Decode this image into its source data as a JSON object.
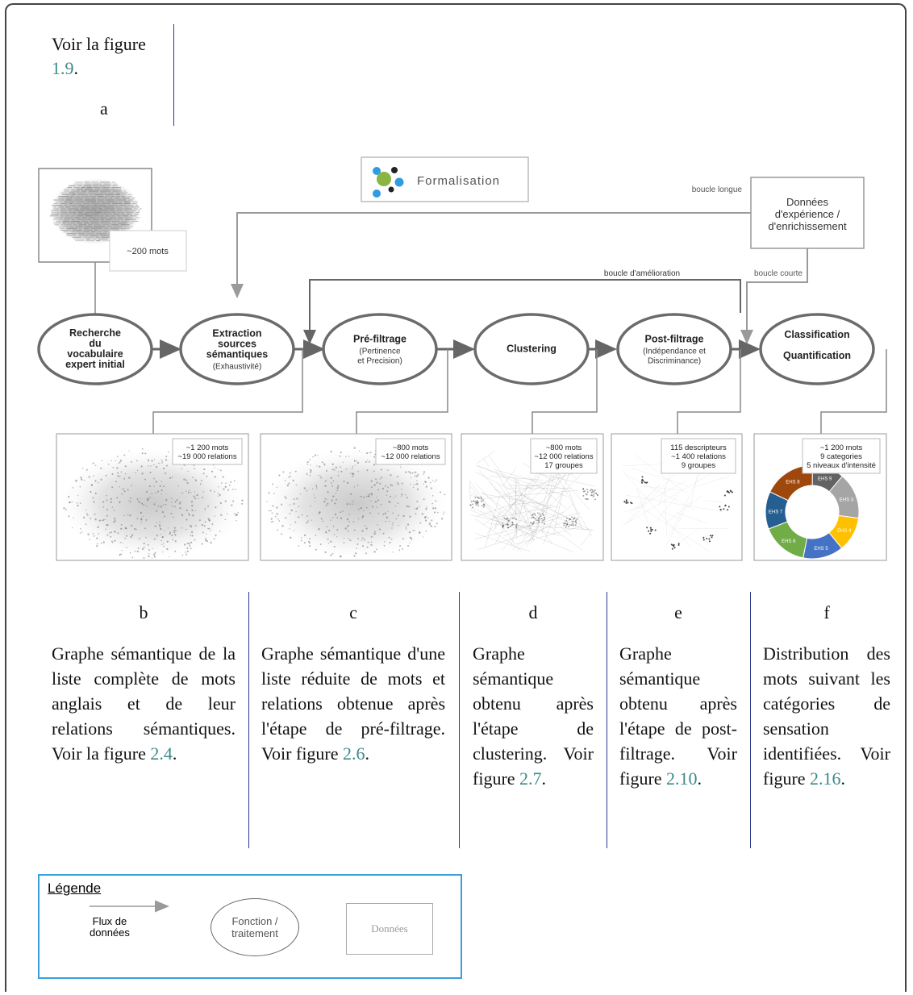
{
  "intro": {
    "text": "Voir la figure",
    "ref": "1.9",
    "end": "."
  },
  "label_a": "a",
  "formalisation": "Formalisation",
  "wordcloud_note": "~200 mots",
  "enrich_box": [
    "Données",
    "d'expérience /",
    "d'enrichissement"
  ],
  "boucle_longue": "boucle longue",
  "boucle_courte": "boucle courte",
  "boucle_amelioration": "boucle d'amélioration",
  "nodes": [
    {
      "lines": [
        "Recherche",
        "du",
        "vocabulaire",
        "expert initial"
      ],
      "sub": []
    },
    {
      "lines": [
        "Extraction",
        "sources",
        "sémantiques"
      ],
      "sub": [
        "(Exhaustivité)"
      ]
    },
    {
      "lines": [
        "Pré-filtrage"
      ],
      "sub": [
        "(Pertinence",
        "et Precision)"
      ]
    },
    {
      "lines": [
        "Clustering"
      ],
      "sub": []
    },
    {
      "lines": [
        "Post-filtrage"
      ],
      "sub": [
        "(Indépendance et",
        "Discriminance)"
      ]
    },
    {
      "lines": [
        "Classification",
        "Quantification"
      ],
      "sub": []
    }
  ],
  "panels": [
    [
      "~1 200 mots",
      "~19 000 relations"
    ],
    [
      "~800 mots",
      "~12 000 relations"
    ],
    [
      "~800 mots",
      "~12 000 relations",
      "17 groupes"
    ],
    [
      "115 descripteurs",
      "~1 400 relations",
      "9 groupes"
    ],
    [
      "~1 200 mots",
      "9 categories",
      "5 niveaux d'intensité"
    ]
  ],
  "donut": [
    {
      "label": "EHS 3",
      "color": "#a5a5a5"
    },
    {
      "label": "EHS 4",
      "color": "#ffc000"
    },
    {
      "label": "EHS 5",
      "color": "#4472c4"
    },
    {
      "label": "EHS 6",
      "color": "#70ad47"
    },
    {
      "label": "EHS 7",
      "color": "#255e91"
    },
    {
      "label": "EHS 8",
      "color": "#9e480e"
    },
    {
      "label": "EHS 9",
      "color": "#636363"
    }
  ],
  "columns": [
    {
      "letter": "b",
      "text": "Graphe sémantique de la liste complète de mots anglais et de leur relations sémantiques. Voir la figure ",
      "ref": "2.4"
    },
    {
      "letter": "c",
      "text": "Graphe sémantique d'une liste réduite de mots et relations obtenue après l'étape de pré-filtrage. Voir figure ",
      "ref": "2.6"
    },
    {
      "letter": "d",
      "text": "Graphe sémantique obtenu après l'étape de clustering. Voir figure ",
      "ref": "2.7"
    },
    {
      "letter": "e",
      "text": "Graphe sémantique obtenu après l'étape de post-filtrage. Voir figure ",
      "ref": "2.10"
    },
    {
      "letter": "f",
      "text": "Distribution des mots suivant les catégories de sensation identifiées. Voir figure ",
      "ref": "2.16"
    }
  ],
  "legend": {
    "title": "Légende",
    "flux": [
      "Flux de",
      "données"
    ],
    "fonction": [
      "Fonction /",
      "traitement"
    ],
    "donnees": "Données"
  }
}
